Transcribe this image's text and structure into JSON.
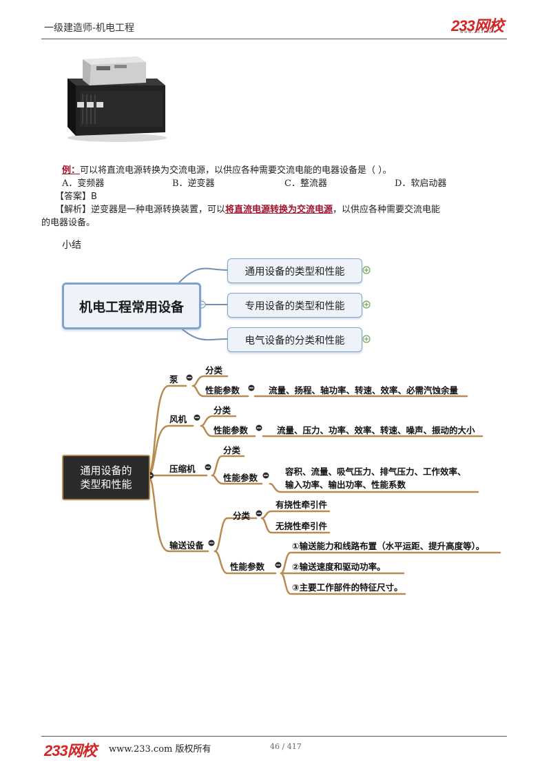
{
  "header": {
    "title": "一级建造师-机电工程",
    "logo": "233网校",
    "logo_url": "www.233.com"
  },
  "example": {
    "label": "例：",
    "question": "可以将直流电源转换为交流电源，以供应各种需要交流电能的电器设备是（    ）。",
    "options": [
      "A．变频器",
      "B．逆变器",
      "C．整流器",
      "D．软启动器"
    ],
    "answer": "【答案】B",
    "analysis_prefix": "【解析】逆变器是一种电源转换装置，可以",
    "analysis_highlight": "将直流电源转换为交流电源",
    "analysis_suffix": "，以供应各种需要交流电能",
    "analysis_line2": "的电器设备。"
  },
  "summary_label": "小结",
  "mindmap1": {
    "root": "机电工程常用设备",
    "branches": [
      "通用设备的类型和性能",
      "专用设备的类型和性能",
      "电气设备的分类和性能"
    ]
  },
  "mindmap2": {
    "root_line1": "通用设备的",
    "root_line2": "类型和性能",
    "pump": {
      "name": "泵",
      "classify": "分类",
      "params": "性能参数",
      "params_value": "流量、扬程、轴功率、转速、效率、必需汽蚀余量"
    },
    "fan": {
      "name": "风机",
      "classify": "分类",
      "params": "性能参数",
      "params_value": "流量、压力、功率、效率、转速、噪声、振动的大小"
    },
    "compressor": {
      "name": "压缩机",
      "classify": "分类",
      "params": "性能参数",
      "params_value_line1": "容积、流量、吸气压力、排气压力、工作效率、",
      "params_value_line2": "输入功率、输出功率、性能系数"
    },
    "conveyor": {
      "name": "输送设备",
      "classify": "分类",
      "classify_items": [
        "有挠性牵引件",
        "无挠性牵引件"
      ],
      "params": "性能参数",
      "params_items": [
        "①输送能力和线路布置（水平运距、提升高度等）。",
        "②输送速度和驱动功率。",
        "③主要工作部件的特征尺寸。"
      ]
    }
  },
  "footer": {
    "logo": "233网校",
    "copyright": "www.233.com 版权所有",
    "page": "46 / 417"
  },
  "colors": {
    "brand_red": "#d22525",
    "highlight": "#a0132b",
    "mindmap_line": "#b98a4f",
    "root_dark": "#2b2b2b"
  }
}
